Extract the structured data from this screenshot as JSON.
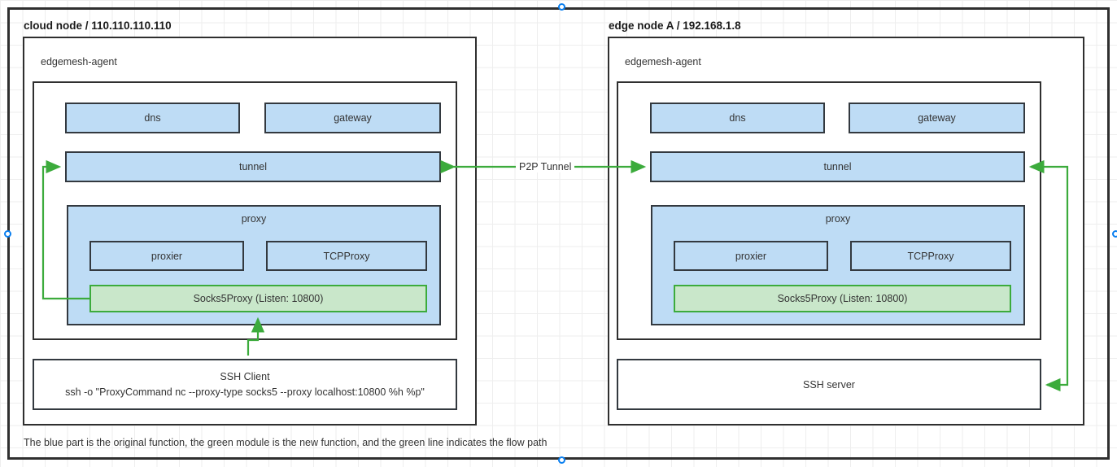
{
  "canvas": {
    "background": "#ffffff",
    "grid_color": "#eeeeee",
    "selection_handle_color": "#0a7ff0",
    "border_color": "#2f2f2f"
  },
  "colors": {
    "blue_fill": "#bedcf5",
    "blue_stroke": "#33393f",
    "green_fill": "#c9e7ca",
    "green_stroke": "#3cab3c",
    "flow_line": "#3cab3c",
    "text": "#333333"
  },
  "nodes": [
    {
      "id": "cloud",
      "title": "cloud node / 110.110.110.110",
      "agent_label": "edgemesh-agent",
      "modules": {
        "dns": "dns",
        "gateway": "gateway",
        "tunnel": "tunnel",
        "proxy_title": "proxy",
        "proxier": "proxier",
        "tcpproxy": "TCPProxy",
        "socks5": "Socks5Proxy (Listen: 10800)"
      },
      "endpoint": {
        "line1": "SSH Client",
        "line2": "ssh -o \"ProxyCommand nc --proxy-type socks5 --proxy localhost:10800 %h %p\""
      }
    },
    {
      "id": "edge",
      "title": "edge node A / 192.168.1.8",
      "agent_label": "edgemesh-agent",
      "modules": {
        "dns": "dns",
        "gateway": "gateway",
        "tunnel": "tunnel",
        "proxy_title": "proxy",
        "proxier": "proxier",
        "tcpproxy": "TCPProxy",
        "socks5": "Socks5Proxy (Listen: 10800)"
      },
      "endpoint": {
        "line1": "SSH server",
        "line2": ""
      }
    }
  ],
  "connections": {
    "p2p_tunnel_label": "P2P Tunnel"
  },
  "caption": "The blue part is the original function, the green module is the new function, and the green line indicates the flow path"
}
